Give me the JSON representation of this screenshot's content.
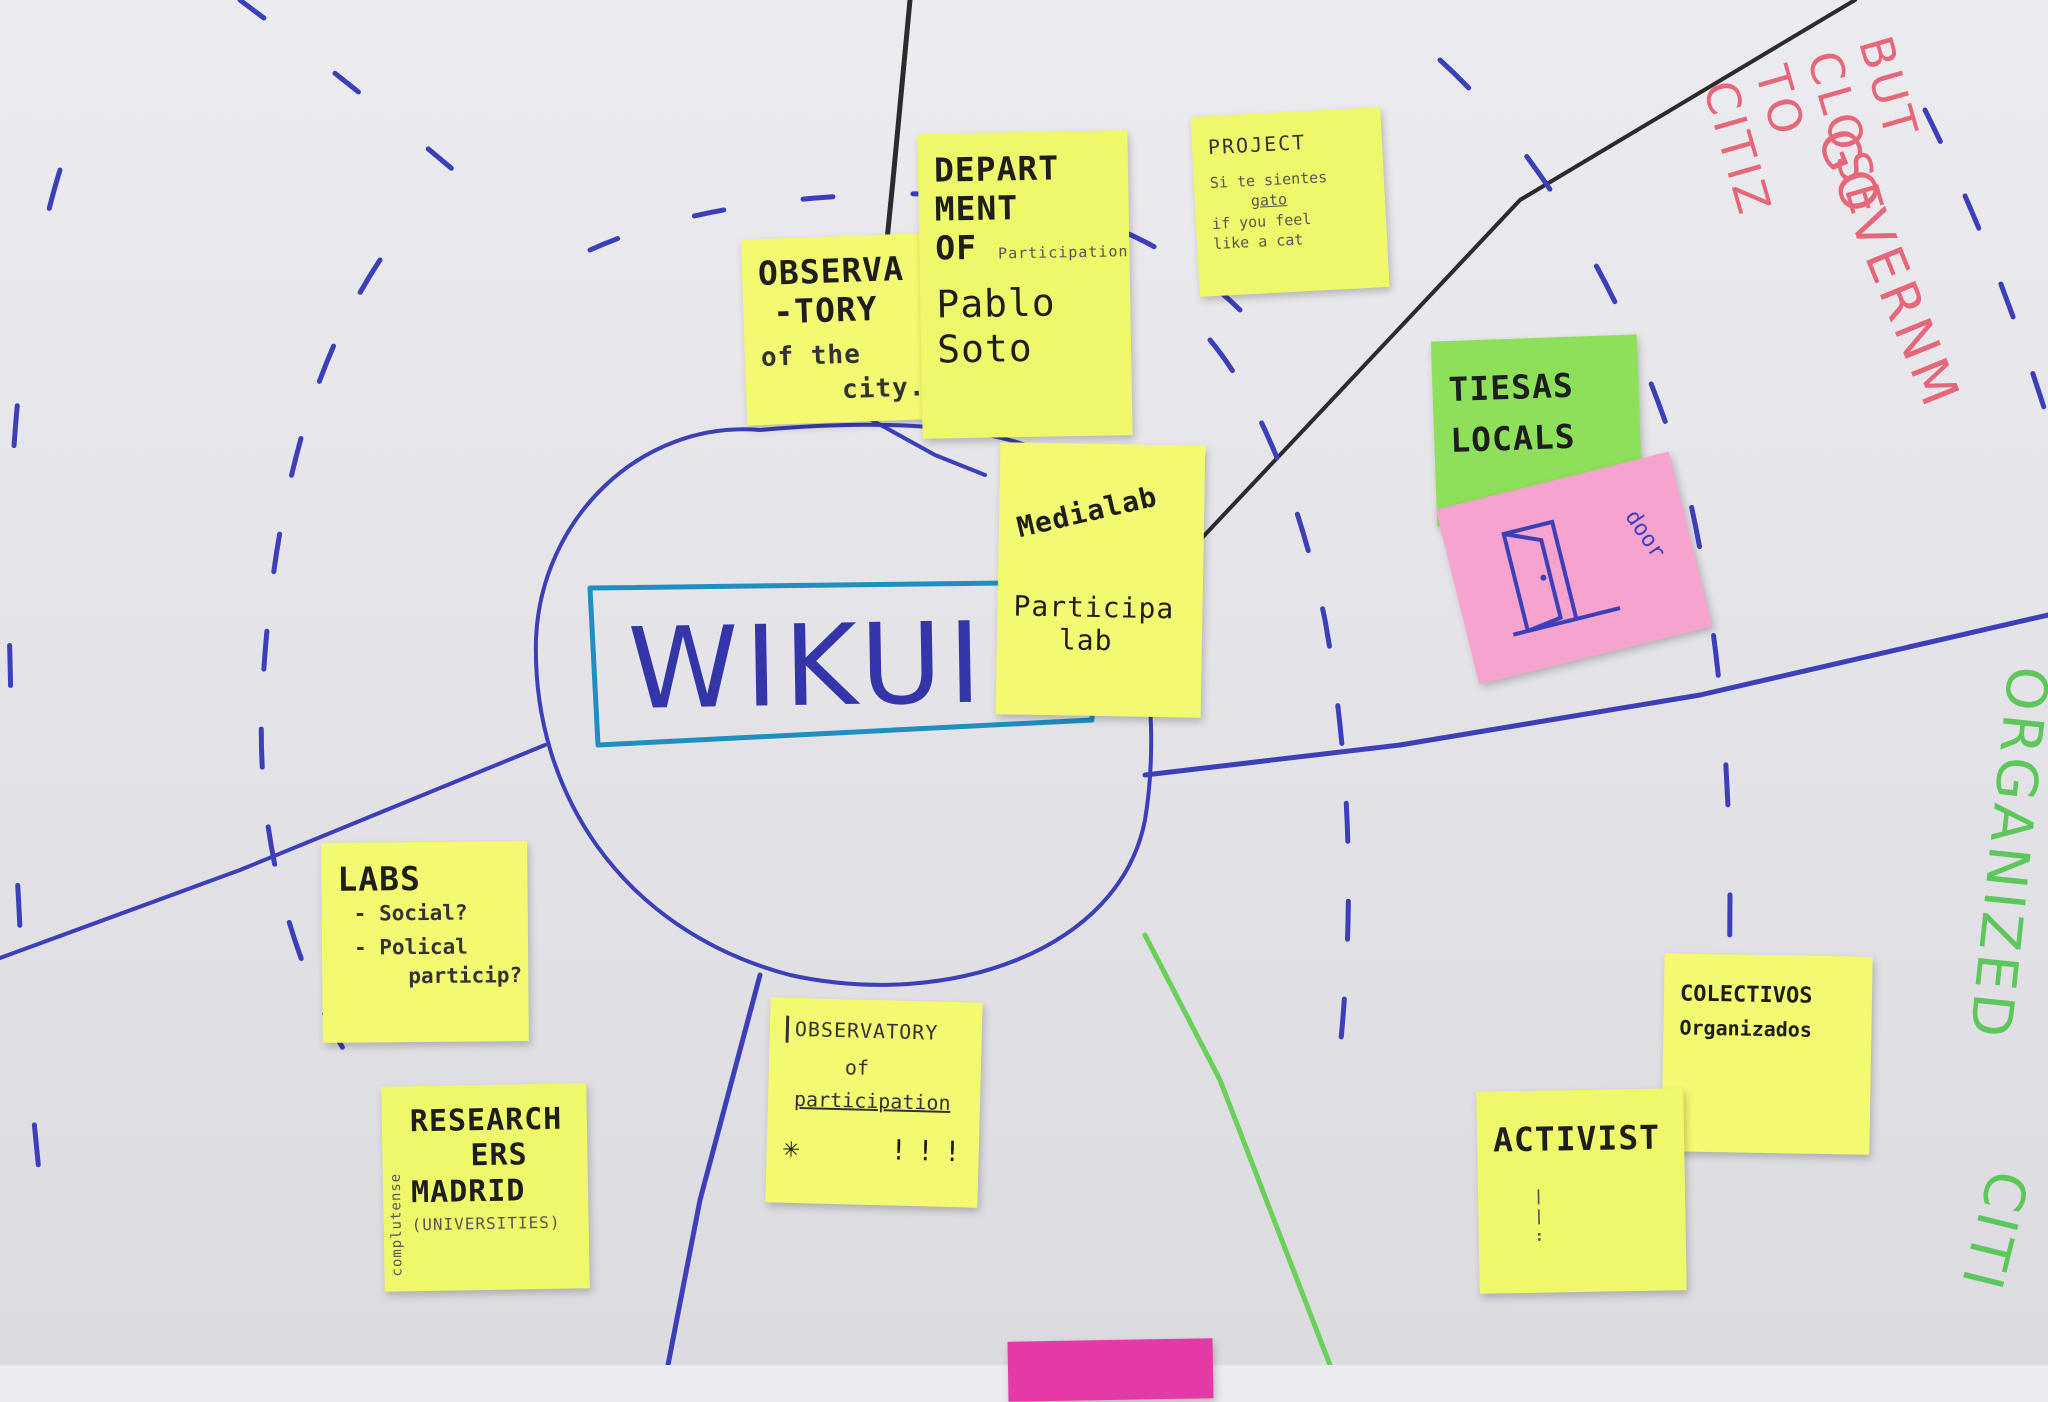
{
  "center": {
    "label": "WIKUI"
  },
  "notes": {
    "observatory_city": {
      "l1": "OBSERVA",
      "l2": "-TORY",
      "l3": "of the",
      "l4": "city."
    },
    "department": {
      "l1": "DEPART",
      "l2": "MENT",
      "l3": "OF",
      "l3b": "Participation",
      "l4": "Pablo",
      "l5": "Soto"
    },
    "project": {
      "l1": "PROJECT",
      "l2": "Si te sientes",
      "l3": "gato",
      "l4": "if you feel",
      "l5": "like a cat"
    },
    "medialab": {
      "l1": "Medialab",
      "l2": "Participa",
      "l3": "lab"
    },
    "tiesas": {
      "l1": "TIESAS",
      "l2": "LOCALS"
    },
    "door": {
      "l1": "door"
    },
    "labs": {
      "l1": "LABS",
      "l2": "- Social?",
      "l3": "- Polical",
      "l4": "particip?"
    },
    "observatory_participation": {
      "l1": "OBSERVATORY",
      "l2": "of",
      "l3": "participation"
    },
    "researchers": {
      "l1": "RESEARCH",
      "l2": "ERS",
      "l3": "MADRID",
      "l4": "(UNIVERSITIES)",
      "side": "complutense"
    },
    "colectivos": {
      "l1": "COLECTIVOS",
      "l2": "Organizados"
    },
    "activist": {
      "l1": "ACTIVIST"
    }
  },
  "margin_text": {
    "red_1": "GOVERNM",
    "red_2": "BUT CLOSE TO CITIZ",
    "green_1": "ORGANIZED",
    "green_2": "CITI"
  },
  "colors": {
    "blue_marker": "#3c3fb8",
    "teal_marker": "#1f8fc0",
    "green_marker": "#6ad05a",
    "black_marker": "#2b2b2b",
    "red_marker": "#e6677a"
  }
}
